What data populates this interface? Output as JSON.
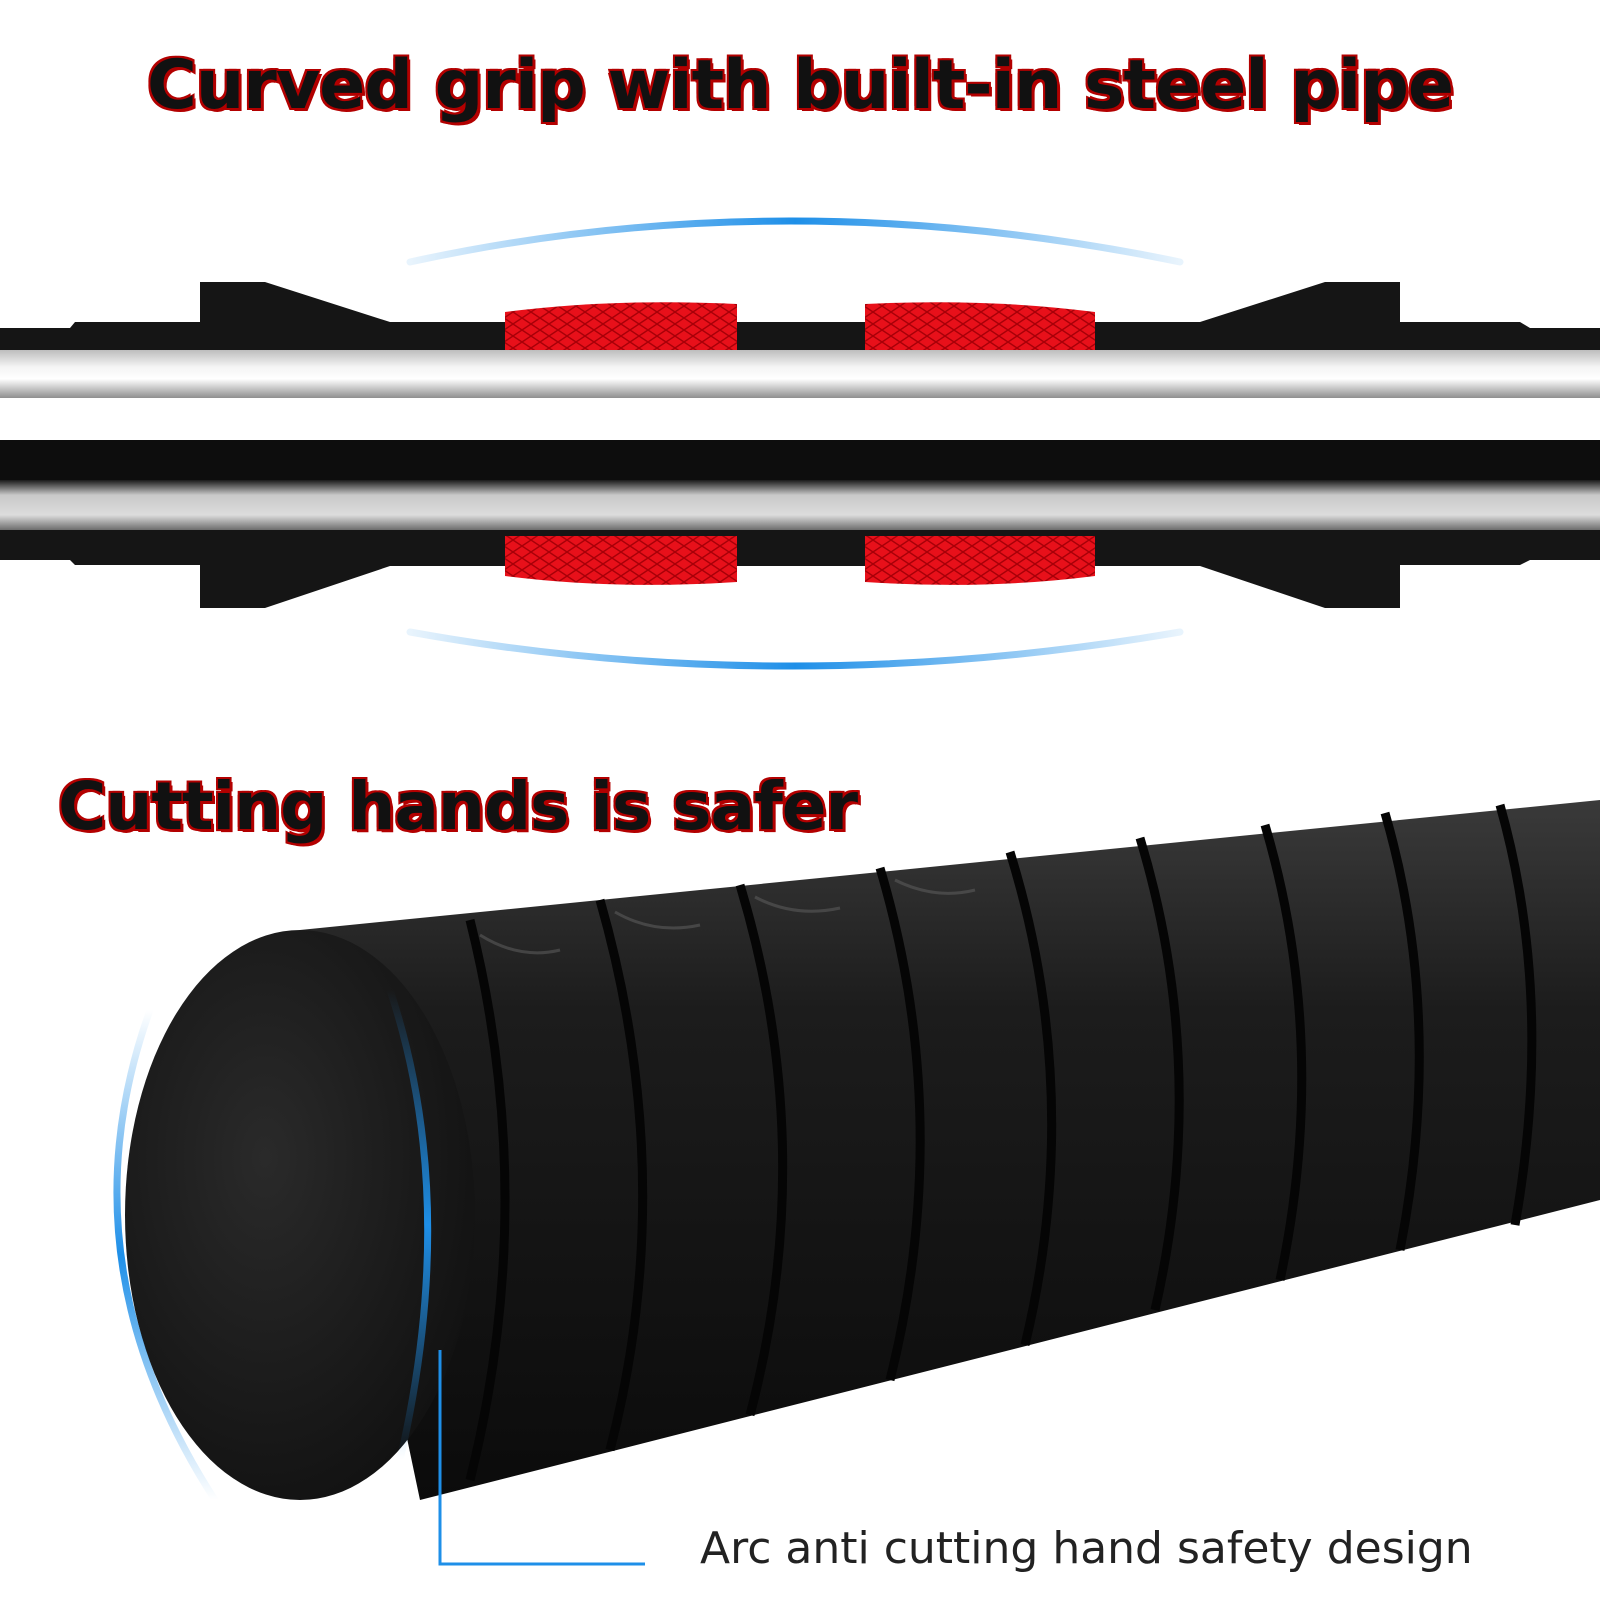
{
  "headline_top": "Curved grip with built-in steel pipe",
  "headline_middle": "Cutting hands is safer",
  "callout": "Arc anti cutting hand safety design",
  "colors": {
    "accent_red": "#e8101a",
    "highlight_blue": "#1e8fe8",
    "grip_black": "#151515",
    "steel": "#d9d9d9"
  }
}
